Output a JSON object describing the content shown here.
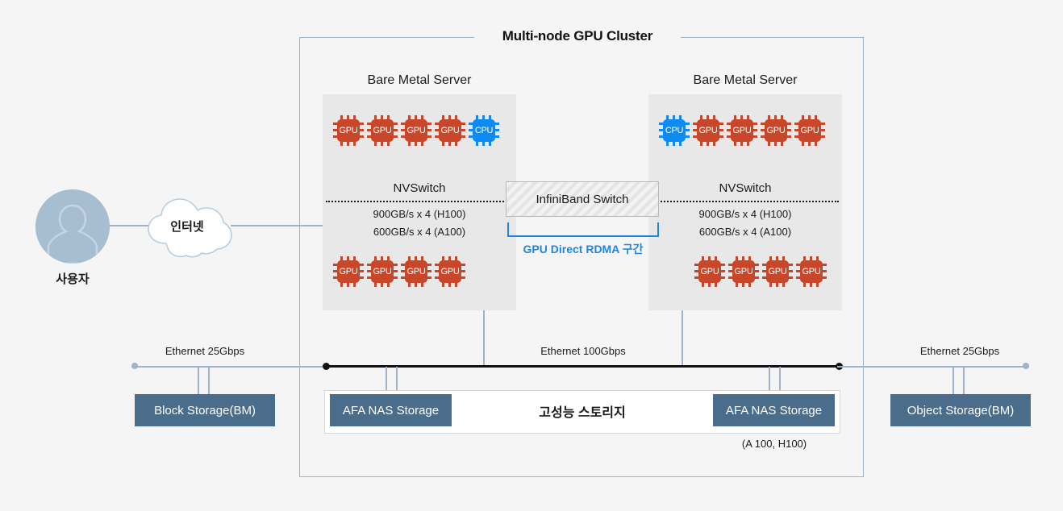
{
  "diagram": {
    "title": "Multi-node GPU Cluster"
  },
  "user": {
    "label": "사용자",
    "avatar_icon": "user-silhouette-icon"
  },
  "internet": {
    "label": "인터넷",
    "icon": "cloud-icon"
  },
  "servers": [
    {
      "label": "Bare Metal Server",
      "top_chips": [
        {
          "type": "gpu",
          "label": "GPU"
        },
        {
          "type": "gpu",
          "label": "GPU"
        },
        {
          "type": "gpu",
          "label": "GPU"
        },
        {
          "type": "gpu",
          "label": "GPU"
        },
        {
          "type": "cpu",
          "label": "CPU"
        }
      ],
      "bottom_chips": [
        {
          "type": "gpu",
          "label": "GPU"
        },
        {
          "type": "gpu",
          "label": "GPU"
        },
        {
          "type": "gpu",
          "label": "GPU"
        },
        {
          "type": "gpu",
          "label": "GPU"
        }
      ],
      "nvswitch": {
        "label": "NVSwitch",
        "spec_h100": "900GB/s x 4 (H100)",
        "spec_a100": "600GB/s x 4 (A100)"
      }
    },
    {
      "label": "Bare Metal Server",
      "top_chips": [
        {
          "type": "cpu",
          "label": "CPU"
        },
        {
          "type": "gpu",
          "label": "GPU"
        },
        {
          "type": "gpu",
          "label": "GPU"
        },
        {
          "type": "gpu",
          "label": "GPU"
        },
        {
          "type": "gpu",
          "label": "GPU"
        }
      ],
      "bottom_chips": [
        {
          "type": "gpu",
          "label": "GPU"
        },
        {
          "type": "gpu",
          "label": "GPU"
        },
        {
          "type": "gpu",
          "label": "GPU"
        },
        {
          "type": "gpu",
          "label": "GPU"
        }
      ],
      "nvswitch": {
        "label": "NVSwitch",
        "spec_h100": "900GB/s x 4 (H100)",
        "spec_a100": "600GB/s x 4 (A100)"
      }
    }
  ],
  "interconnect": {
    "switch_label": "InfiniBand Switch",
    "rdma_label": "GPU Direct RDMA 구간"
  },
  "network": {
    "left_link": "Ethernet 25Gbps",
    "center_link": "Ethernet 100Gbps",
    "right_link": "Ethernet 25Gbps"
  },
  "storage": {
    "block": "Block Storage(BM)",
    "nas_left": "AFA NAS Storage",
    "nas_right": "AFA NAS Storage",
    "high_performance": "고성능 스토리지",
    "object": "Object Storage(BM)",
    "gpu_model_note": "(A 100, H100)"
  },
  "colors": {
    "gpu": "#c8462a",
    "cpu": "#0d8bf2",
    "storage": "#4a6d8c",
    "rdma": "#1f86e0",
    "line": "#9fb4c8",
    "bus": "#111111",
    "background": "#f5f5f5"
  }
}
